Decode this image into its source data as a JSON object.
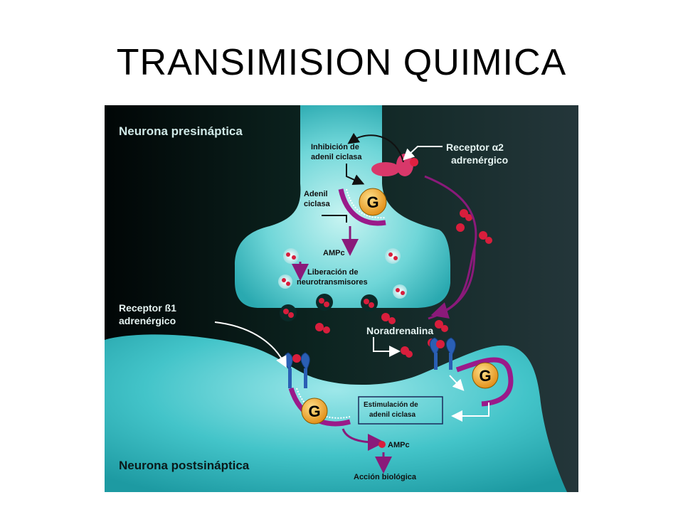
{
  "slide": {
    "title": "TRANSIMISION QUIMICA"
  },
  "diagram": {
    "presynaptic_label": "Neurona presináptica",
    "postsynaptic_label": "Neurona postsináptica",
    "inhibition_line1": "Inhibición de",
    "inhibition_line2": "adenil ciclasa",
    "adenil_line1": "Adenil",
    "adenil_line2": "ciclasa",
    "alpha2_line1": "Receptor α2",
    "alpha2_line2": "adrenérgico",
    "ampc_pre": "AMPc",
    "release_line1": "Liberación de",
    "release_line2": "neurotransmisores",
    "beta1_line1": "Receptor ß1",
    "beta1_line2": "adrenérgico",
    "noradrenaline": "Noradrenalina",
    "stimulation_line1": "Estimulación de",
    "stimulation_line2": "adenil ciclasa",
    "ampc_post": "AMPc",
    "biological_action": "Acción biológica",
    "g_protein": "G",
    "colors": {
      "background_left": "#020a0a",
      "background_right": "#243a34",
      "neuron": "#3fbfc4",
      "neuron_light": "#b6f0ee",
      "arrow_purple": "#8a1a7a",
      "transmitter_red": "#d81e3c",
      "g_protein_orange": "#f2a31a",
      "receptor_blue": "#2a5fb4"
    }
  }
}
